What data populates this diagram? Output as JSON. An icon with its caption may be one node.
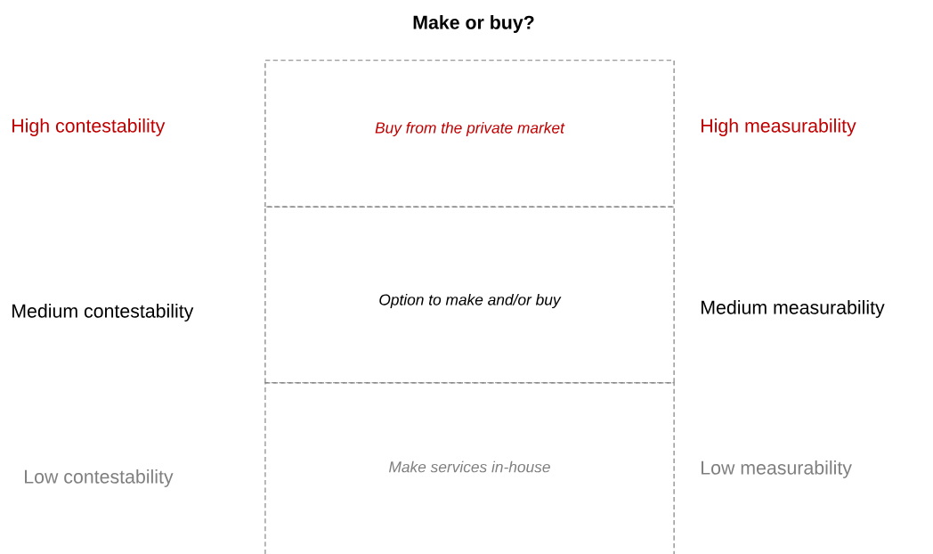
{
  "diagram": {
    "title": "Make or buy?",
    "nodes": [
      {
        "text": [
          "Buy from the private market"
        ]
      },
      {
        "text": [
          "Option to make and/or buy"
        ]
      },
      {
        "text": [
          "Make services in-house"
        ]
      }
    ],
    "labels": [
      "High contestability",
      "High measurability",
      "Medium contestability",
      "Medium measurability",
      "Low contestability",
      "Low measurability"
    ]
  }
}
